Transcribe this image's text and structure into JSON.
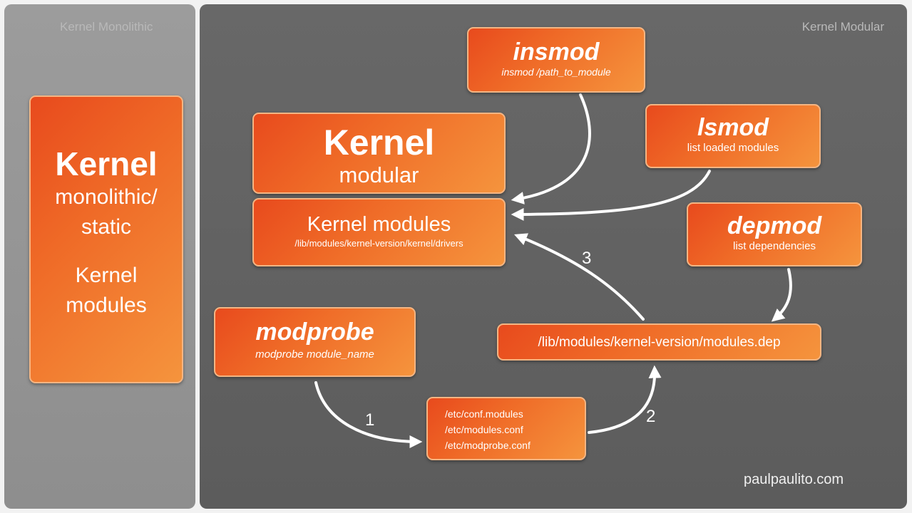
{
  "monolithic": {
    "panel_title": "Kernel Monolithic",
    "box": {
      "title": "Kernel",
      "line1": "monolithic/",
      "line2": "static",
      "line3": "Kernel",
      "line4": "modules"
    }
  },
  "modular": {
    "panel_title": "Kernel Modular",
    "kernel_box": {
      "title": "Kernel",
      "subtitle": "modular"
    },
    "modules_box": {
      "title": "Kernel modules",
      "path": "/lib/modules/kernel-version/kernel/drivers"
    },
    "insmod": {
      "title": "insmod",
      "usage": "insmod /path_to_module"
    },
    "lsmod": {
      "title": "lsmod",
      "desc": "list loaded modules"
    },
    "depmod": {
      "title": "depmod",
      "desc": "list dependencies"
    },
    "modprobe": {
      "title": "modprobe",
      "usage": "modprobe module_name"
    },
    "modules_dep": {
      "path": "/lib/modules/kernel-version/modules.dep"
    },
    "conf_files": [
      "/etc/conf.modules",
      "/etc/modules.conf",
      "/etc/modprobe.conf"
    ],
    "step_labels": [
      "1",
      "2",
      "3"
    ]
  },
  "colors": {
    "box_accent": "#ef6a27",
    "arrow": "#ffffff"
  },
  "watermark": "paulpaulito.com"
}
